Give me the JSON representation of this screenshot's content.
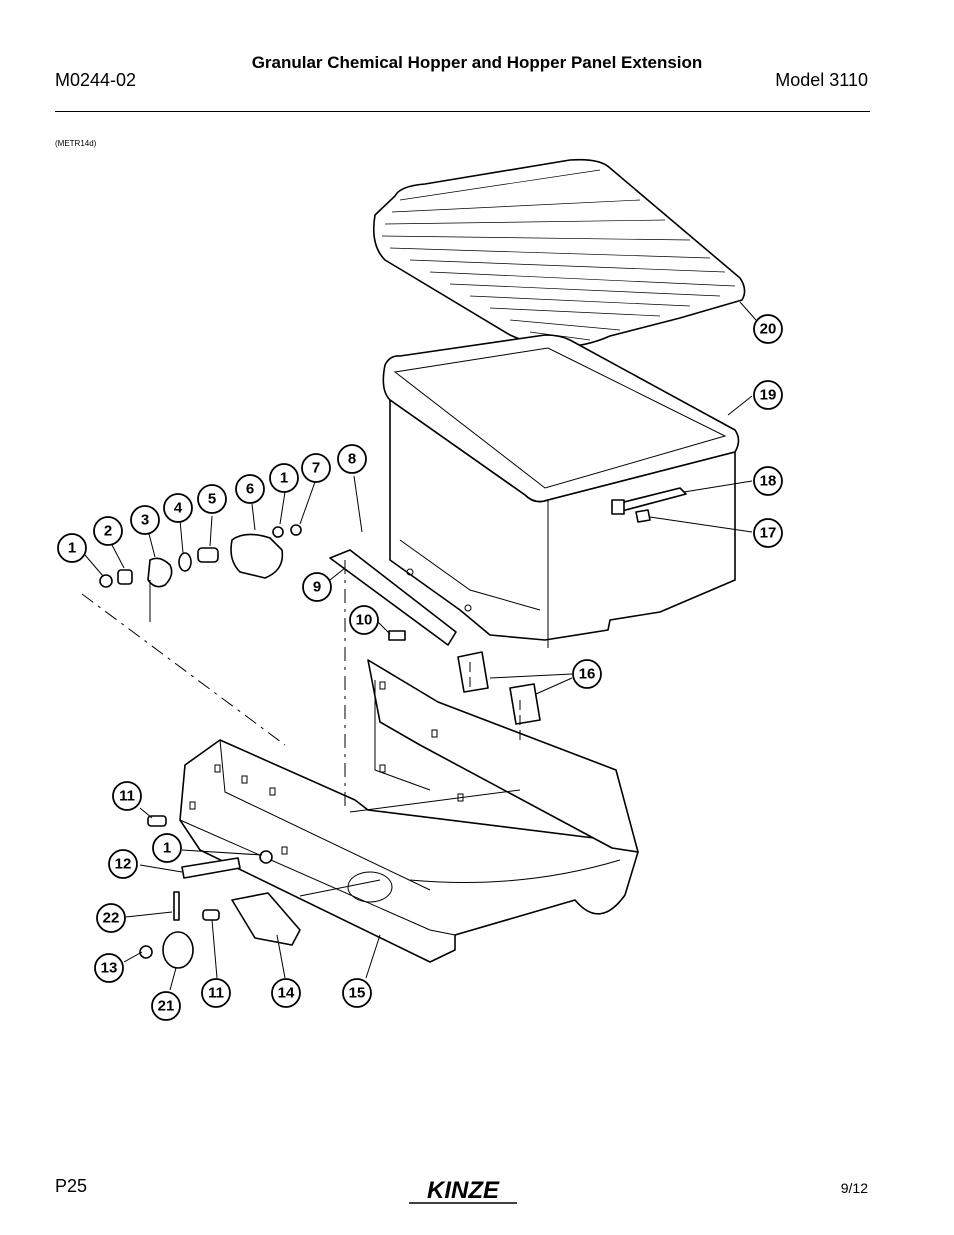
{
  "header": {
    "doc_number": "M0244-02",
    "title": "Granular Chemical Hopper and Hopper Panel Extension",
    "model": "Model 3110"
  },
  "figure": {
    "code": "(METR14d)",
    "callouts": [
      "1",
      "2",
      "3",
      "4",
      "5",
      "6",
      "1",
      "7",
      "8",
      "9",
      "10",
      "11",
      "12",
      "1",
      "22",
      "13",
      "21",
      "11",
      "14",
      "15",
      "16",
      "17",
      "18",
      "19",
      "20"
    ]
  },
  "footer": {
    "page": "P25",
    "logo_text": "KINZE",
    "date": "9/12"
  }
}
